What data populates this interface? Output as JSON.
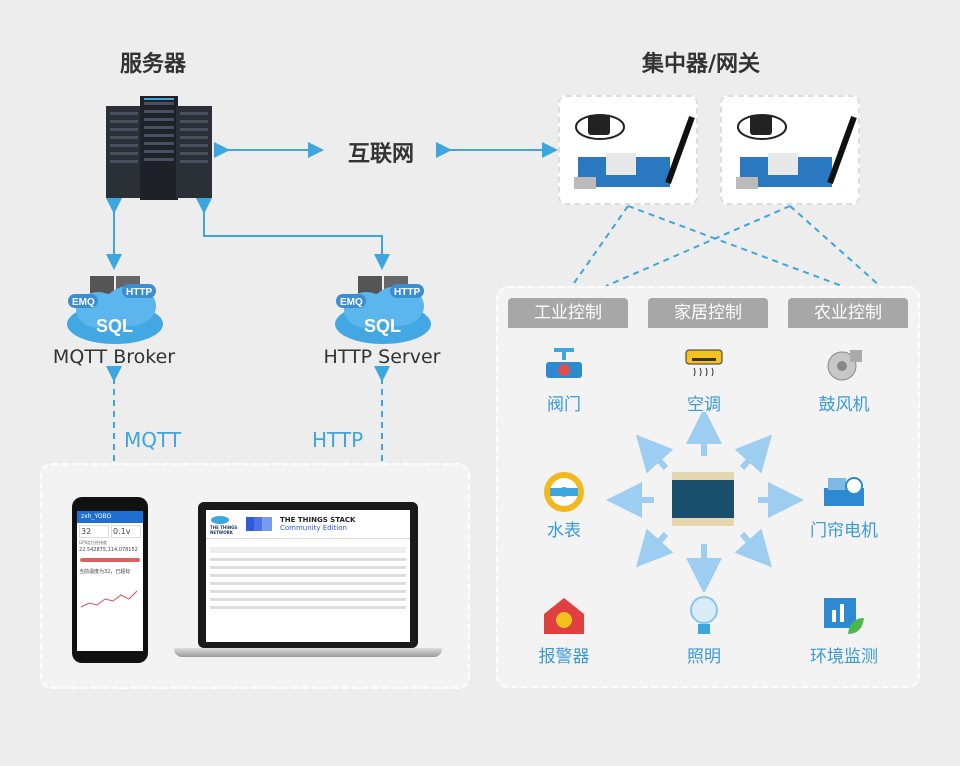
{
  "titles": {
    "server": "服务器",
    "gateway": "集中器/网关",
    "internet": "互联网"
  },
  "brokers": [
    {
      "label": "MQTT Broker",
      "protocol": "MQTT"
    },
    {
      "label": "HTTP Server",
      "protocol": "HTTP"
    }
  ],
  "cloud_tags": {
    "emq": "EMQ",
    "http": "HTTP",
    "sql": "SQL"
  },
  "tabs": [
    "工业控制",
    "家居控制",
    "农业控制"
  ],
  "devices": [
    "阀门",
    "空调",
    "鼓风机",
    "水表",
    "门帘电机",
    "报警器",
    "照明",
    "环境监测"
  ],
  "laptop": {
    "brand_line1": "THE THINGS",
    "brand_line2": "NETWORK",
    "stack_line1": "THE THINGS STACK",
    "stack_line2": "Community Edition"
  },
  "phone": {
    "app_title": "zxh_YOBO",
    "reading_1": "32",
    "reading_2": "0.1v",
    "gps_label": "GPS定位经纬度",
    "gps_value": "22.542875,114.078152",
    "status_text": "当前温度为32，已超标"
  },
  "colors": {
    "accent": "#3ea6de",
    "tab_gray": "#a7a7a7",
    "panel_bg": "#f3f3f3"
  }
}
